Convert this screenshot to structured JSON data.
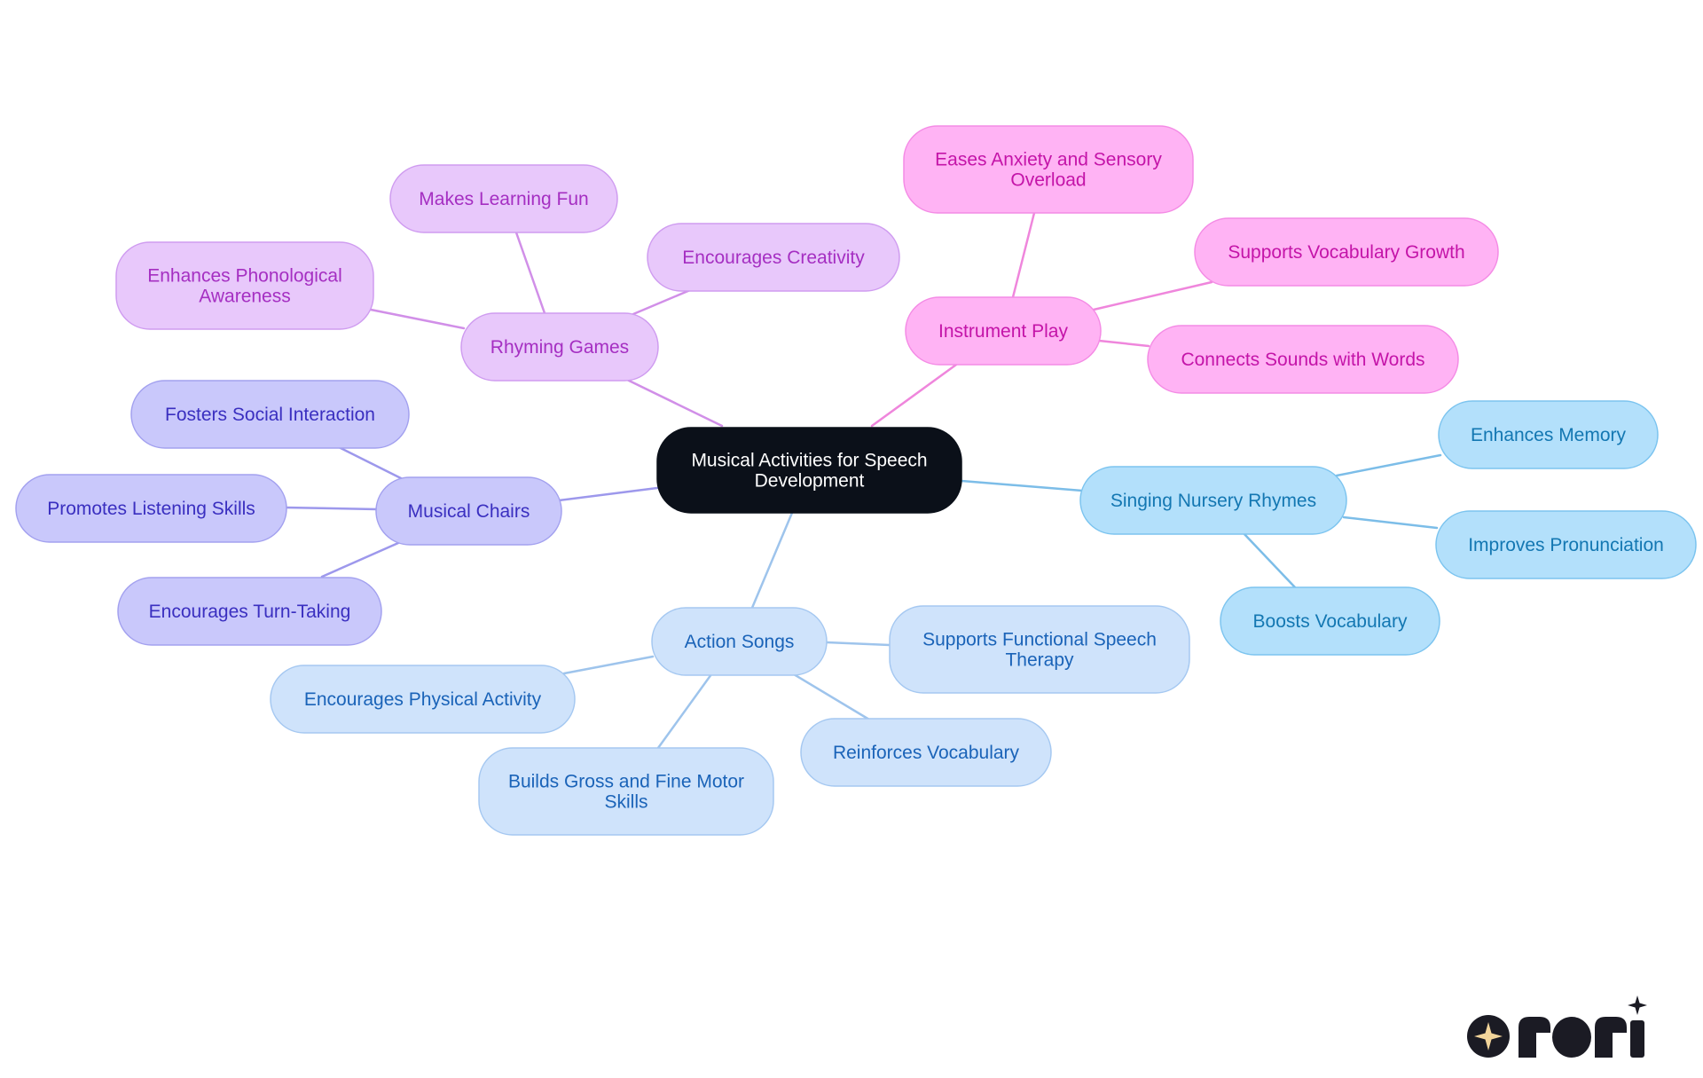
{
  "center": {
    "label": "Musical Activities for Speech Development",
    "lines": [
      "Musical Activities for Speech",
      "Development"
    ]
  },
  "colors": {
    "center_fill": "#0b1019",
    "center_text": "#ffffff",
    "logo": "#1b1b24",
    "logo_star": "#f2d49a"
  },
  "branches": [
    {
      "id": "rhyming-games",
      "label": "Rhyming Games",
      "fill": "#e8c8fb",
      "stroke": "#cf9cf0",
      "text": "#a52fc2",
      "line": "#d18fe8",
      "children": [
        {
          "id": "makes-learning-fun",
          "lines": [
            "Makes Learning Fun"
          ]
        },
        {
          "id": "encourages-creativity",
          "lines": [
            "Encourages Creativity"
          ]
        },
        {
          "id": "enhances-phonological-awareness",
          "lines": [
            "Enhances Phonological",
            "Awareness"
          ]
        }
      ]
    },
    {
      "id": "instrument-play",
      "label": "Instrument Play",
      "fill": "#ffb3f4",
      "stroke": "#f48be5",
      "text": "#c414a8",
      "line": "#ef86dc",
      "children": [
        {
          "id": "eases-anxiety",
          "lines": [
            "Eases Anxiety and Sensory",
            "Overload"
          ]
        },
        {
          "id": "supports-vocabulary-growth",
          "lines": [
            "Supports Vocabulary Growth"
          ]
        },
        {
          "id": "connects-sounds-with-words",
          "lines": [
            "Connects Sounds with Words"
          ]
        }
      ]
    },
    {
      "id": "musical-chairs",
      "label": "Musical Chairs",
      "fill": "#c9c8fb",
      "stroke": "#a3a1ef",
      "text": "#3a2fc0",
      "line": "#9d98ec",
      "children": [
        {
          "id": "fosters-social-interaction",
          "lines": [
            "Fosters Social Interaction"
          ]
        },
        {
          "id": "promotes-listening-skills",
          "lines": [
            "Promotes Listening Skills"
          ]
        },
        {
          "id": "encourages-turn-taking",
          "lines": [
            "Encourages Turn-Taking"
          ]
        }
      ]
    },
    {
      "id": "singing-nursery-rhymes",
      "label": "Singing Nursery Rhymes",
      "fill": "#b3e0fb",
      "stroke": "#7cc4ef",
      "text": "#1377b2",
      "line": "#7cbde8",
      "children": [
        {
          "id": "enhances-memory",
          "lines": [
            "Enhances Memory"
          ]
        },
        {
          "id": "improves-pronunciation",
          "lines": [
            "Improves Pronunciation"
          ]
        },
        {
          "id": "boosts-vocabulary",
          "lines": [
            "Boosts Vocabulary"
          ]
        }
      ]
    },
    {
      "id": "action-songs",
      "label": "Action Songs",
      "fill": "#cfe3fb",
      "stroke": "#a5c8f1",
      "text": "#1a63b8",
      "line": "#9ec4ec",
      "children": [
        {
          "id": "supports-functional-speech-therapy",
          "lines": [
            "Supports Functional Speech",
            "Therapy"
          ]
        },
        {
          "id": "encourages-physical-activity",
          "lines": [
            "Encourages Physical Activity"
          ]
        },
        {
          "id": "reinforces-vocabulary",
          "lines": [
            "Reinforces Vocabulary"
          ]
        },
        {
          "id": "builds-motor-skills",
          "lines": [
            "Builds Gross and Fine Motor",
            "Skills"
          ]
        }
      ]
    }
  ]
}
